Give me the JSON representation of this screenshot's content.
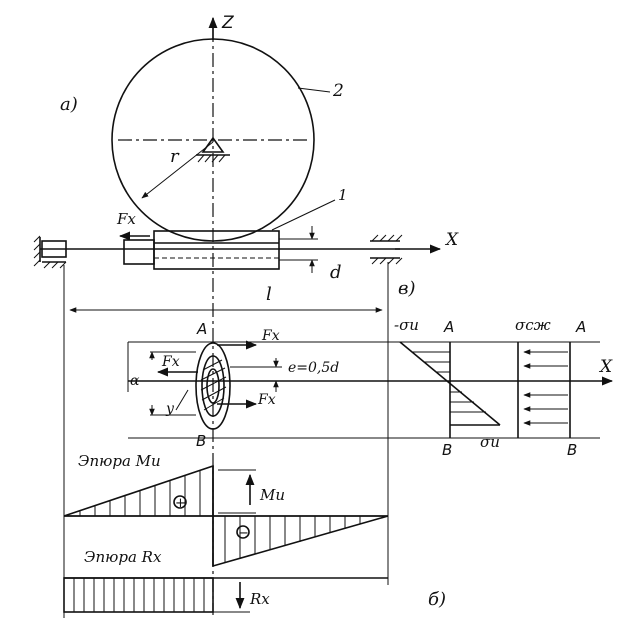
{
  "labels": {
    "axis_z": "Z",
    "axis_x_top": "X",
    "axis_x_mid": "X",
    "part_a": "а)",
    "part_b": "б)",
    "part_v": "в)",
    "wheel_num": "2",
    "rod_num": "1",
    "radius": "r",
    "force_top": "Fx",
    "diameter": "d",
    "length": "l",
    "point_a1": "A",
    "point_a2": "A",
    "point_a3": "A",
    "point_b1": "B",
    "point_b2": "B",
    "point_b3": "B",
    "force_sec_top": "Fx",
    "force_sec_bot": "Fx",
    "force_sec_left": "Fx",
    "ecc": "e=0,5d",
    "alpha": "α",
    "y_label": "y",
    "sigma_neg": "-σи",
    "sigma_pos": "σи",
    "sigma_comp": "σсж",
    "epure_m": "Эпюра Mи",
    "moment": "Mи",
    "epure_r": "Эпюра Rx",
    "reaction": "Rx",
    "plus_sign": "+",
    "minus_sign": "−"
  }
}
